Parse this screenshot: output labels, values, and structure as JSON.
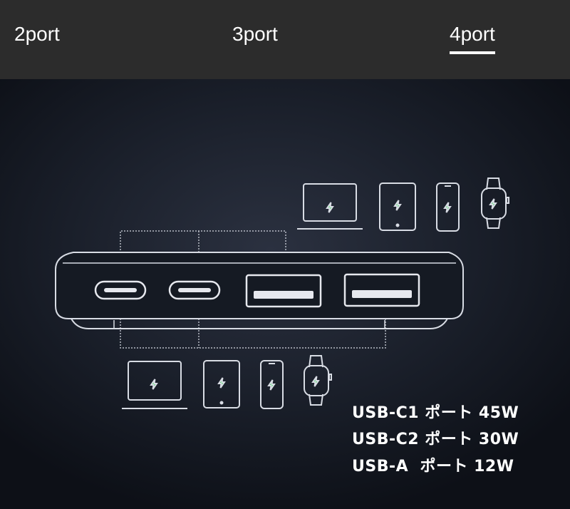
{
  "tabs": [
    {
      "label": "2port",
      "active": false
    },
    {
      "label": "3port",
      "active": false
    },
    {
      "label": "4port",
      "active": true
    }
  ],
  "specs": [
    "USB-C1 ポート 45W",
    "USB-C2 ポート 30W",
    "USB-A  ポート 12W"
  ],
  "colors": {
    "tab_bar": "#2c2c2c",
    "background": "#141923",
    "line": "#d8dce4",
    "charge_bolt": "#3ddc5a"
  },
  "icons": {
    "top_devices": [
      "laptop-icon",
      "tablet-icon",
      "phone-icon",
      "watch-icon"
    ],
    "bottom_devices": [
      "laptop-icon",
      "tablet-icon",
      "phone-icon",
      "watch-icon"
    ],
    "ports": [
      "usb-c-port-icon",
      "usb-c-port-icon",
      "usb-a-port-icon",
      "usb-a-port-icon"
    ]
  }
}
